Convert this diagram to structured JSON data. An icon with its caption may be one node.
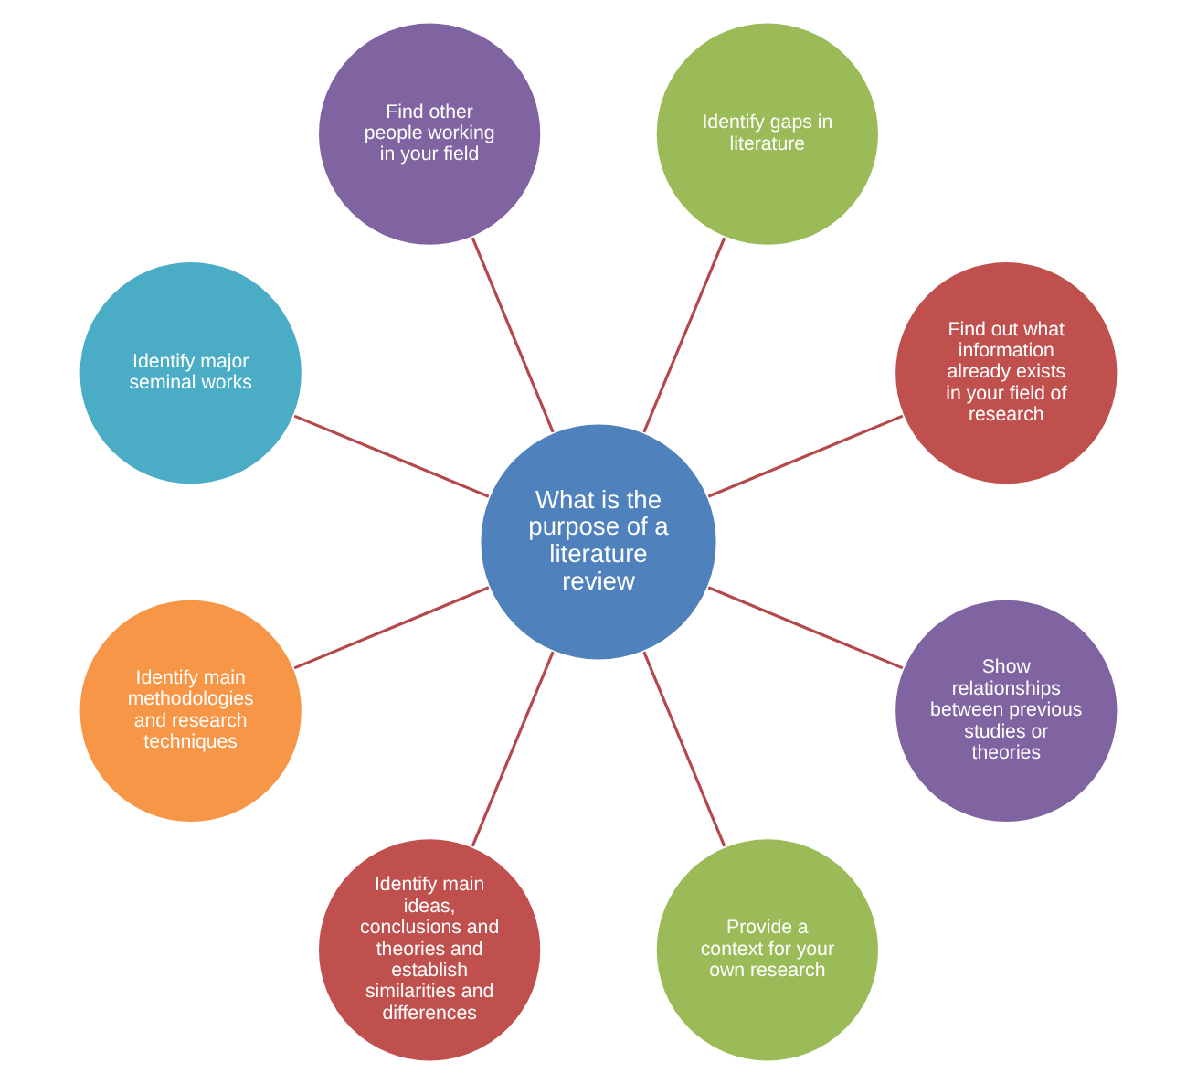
{
  "diagram": {
    "nodes": [
      {
        "text": [
          "What is the purpose of a literature review"
        ]
      },
      {
        "text": [
          "Find out what information already exists in your field of research"
        ]
      },
      {
        "text": [
          "Identify gaps in literature"
        ]
      },
      {
        "text": [
          "Find other people working in your field"
        ]
      },
      {
        "text": [
          "Identify major seminal works"
        ]
      },
      {
        "text": [
          "Identify main methodologies and research techniques"
        ]
      },
      {
        "text": [
          "Identify main ideas, conclusions and theories and establish similarities and differences"
        ]
      },
      {
        "text": [
          "Provide a context for your own research"
        ]
      },
      {
        "text": [
          "Show relationships between previous studies or theories"
        ]
      }
    ],
    "edges": [
      {
        "from": 0,
        "to": 1,
        "arrow": "none"
      },
      {
        "from": 0,
        "to": 2,
        "arrow": "none"
      },
      {
        "from": 0,
        "to": 3,
        "arrow": "none"
      },
      {
        "from": 0,
        "to": 4,
        "arrow": "none"
      },
      {
        "from": 0,
        "to": 5,
        "arrow": "none"
      },
      {
        "from": 0,
        "to": 6,
        "arrow": "none"
      },
      {
        "from": 0,
        "to": 7,
        "arrow": "none"
      },
      {
        "from": 0,
        "to": 8,
        "arrow": "none"
      }
    ]
  }
}
